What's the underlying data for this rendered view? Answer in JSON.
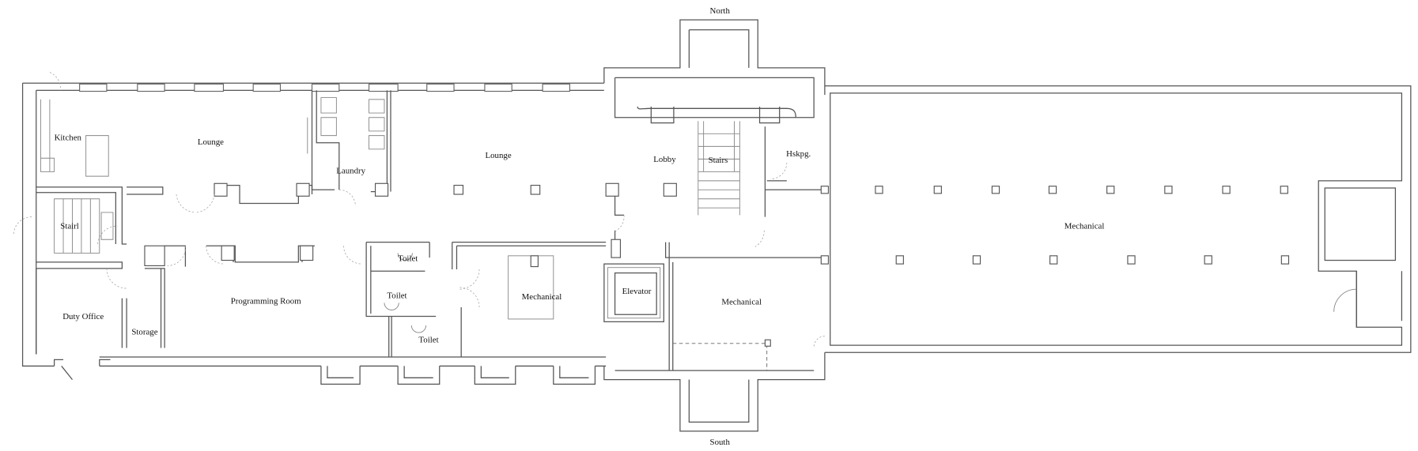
{
  "orientation": {
    "north": "North",
    "south": "South"
  },
  "rooms": {
    "kitchen": "Kitchen",
    "lounge_west": "Lounge",
    "laundry": "Laundry",
    "lounge_east": "Lounge",
    "lobby": "Lobby",
    "stairs": "Stairs",
    "housekeeping": "Hskpg.",
    "mechanical_east": "Mechanical",
    "stair1": "Stairl",
    "toilet_1": "Toilet",
    "toilet_2": "Toilet",
    "toilet_3": "Toilet",
    "programming_room": "Programming Room",
    "mechanical_center": "Mechanical",
    "elevator": "Elevator",
    "mechanical_lobby": "Mechanical",
    "duty_office": "Duty Office",
    "storage": "Storage"
  }
}
